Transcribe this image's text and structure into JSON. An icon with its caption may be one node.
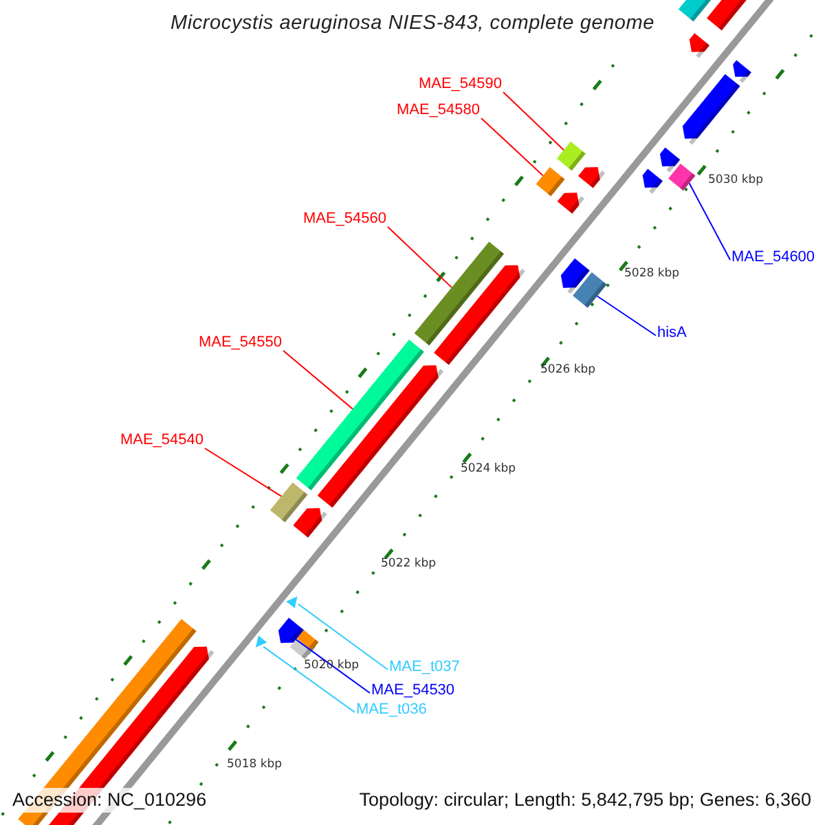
{
  "diagram": {
    "title": "Microcystis aeruginosa NIES-843, complete genome",
    "nodes": [
      {
        "text": [
          "MAE_54590"
        ]
      },
      {
        "text": [],
        "shape": "bar"
      },
      {
        "text": [
          "MAE_54580"
        ]
      },
      {
        "text": [],
        "shape": "bar"
      },
      {
        "text": [],
        "shape": "bar"
      },
      {
        "text": [
          "MAE_54560"
        ]
      },
      {
        "text": [],
        "shape": "bar"
      },
      {
        "text": [
          "MAE_54600"
        ]
      },
      {
        "text": [],
        "shape": "bar"
      },
      {
        "text": [
          "hisA"
        ]
      },
      {
        "text": [
          "MAE_54550"
        ]
      },
      {
        "text": [],
        "shape": "bar"
      },
      {
        "text": [
          "MAE_54540"
        ]
      },
      {
        "text": [],
        "shape": "bar"
      },
      {
        "text": [],
        "shape": "triangle"
      },
      {
        "text": [],
        "shape": "pentagon"
      },
      {
        "text": [],
        "shape": "triangle"
      },
      {
        "text": [
          "MAE_t037"
        ]
      },
      {
        "text": [
          "MAE_54530"
        ]
      },
      {
        "text": [
          "MAE_t036"
        ]
      }
    ],
    "edges": [
      {
        "from": 0,
        "to": 1,
        "arrow": "none"
      },
      {
        "from": 2,
        "to": 3,
        "arrow": "none"
      },
      {
        "from": 5,
        "to": 6,
        "arrow": "none"
      },
      {
        "from": 7,
        "to": 4,
        "arrow": "none",
        "color": "#0000ff"
      },
      {
        "from": 9,
        "to": 8,
        "arrow": "none",
        "color": "#0000ff"
      },
      {
        "from": 10,
        "to": 11,
        "arrow": "none"
      },
      {
        "from": 12,
        "to": 13,
        "arrow": "none"
      },
      {
        "from": 17,
        "to": 14,
        "arrow": "none",
        "color": "#33ccff"
      },
      {
        "from": 18,
        "to": 15,
        "arrow": "none",
        "color": "#0000ff"
      },
      {
        "from": 19,
        "to": 16,
        "arrow": "none",
        "color": "#33ccff"
      }
    ],
    "labels": [
      "5030 kbp",
      "5028 kbp",
      "5026 kbp",
      "5024 kbp",
      "5022 kbp",
      "5020 kbp",
      "5018 kbp",
      "Accession: NC_010296",
      "Topology: circular; Length: 5,842,795 bp; Genes: 6,360"
    ]
  }
}
